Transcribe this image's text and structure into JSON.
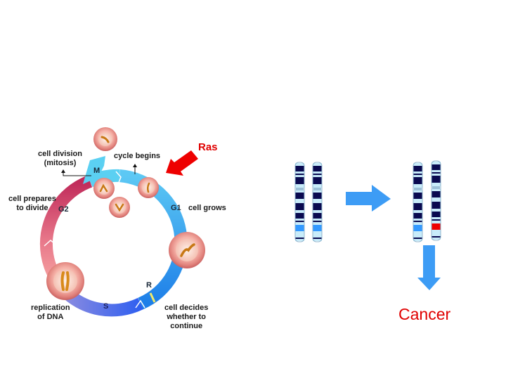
{
  "cell_cycle": {
    "phases": {
      "M": "M",
      "G1": "G1",
      "S": "S",
      "G2": "G2",
      "R": "R"
    },
    "annotations": {
      "cell_division_line1": "cell division",
      "cell_division_line2": "(mitosis)",
      "cycle_begins": "cycle begins",
      "cell_grows": "cell grows",
      "cell_prepares_line1": "cell prepares",
      "cell_prepares_line2": "to divide",
      "replication_line1": "replication",
      "replication_line2": "of DNA",
      "cell_decides_line1": "cell decides",
      "cell_decides_line2": "whether to",
      "cell_decides_line3": "continue"
    },
    "ras_label": "Ras"
  },
  "chromosomes": {
    "normal_band_color": "#3399ff",
    "mutated_band_color": "#ee0000",
    "dark_band_color": "#0a0a50",
    "light_band_color": "#c8ecfa"
  },
  "outcome": {
    "label": "Cancer"
  },
  "colors": {
    "accent_red": "#e00000",
    "arrow_blue": "#3d9cf5"
  }
}
